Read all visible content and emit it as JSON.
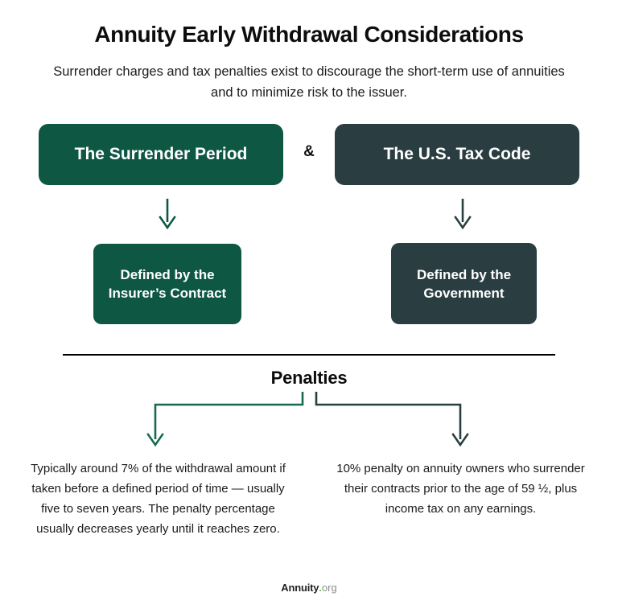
{
  "header": {
    "title": "Annuity Early Withdrawal Considerations",
    "subtitle": "Surrender charges and tax penalties exist to discourage the short-term use of annuities and to minimize risk to the issuer."
  },
  "pillars": {
    "conjunction": "&",
    "left": {
      "heading": "The Surrender Period",
      "detail": "Defined by the Insurer’s Contract",
      "color": "#0e5742"
    },
    "right": {
      "heading": "The U.S. Tax Code",
      "detail": "Defined by the Government",
      "color": "#2a3e42"
    }
  },
  "penalties": {
    "heading": "Penalties",
    "left_text": "Typically around 7% of the withdrawal amount if taken before a defined period of time — usually five to seven years. The penalty percentage usually decreases yearly until it reaches zero.",
    "right_text": "10% penalty on annuity owners who surrender their contracts prior to the age of 59 ½, plus income tax on any earnings."
  },
  "footer": {
    "logo_name": "Annuity",
    "logo_dot": ".",
    "logo_tld": "org",
    "accent_color": "#6fbf4a"
  }
}
